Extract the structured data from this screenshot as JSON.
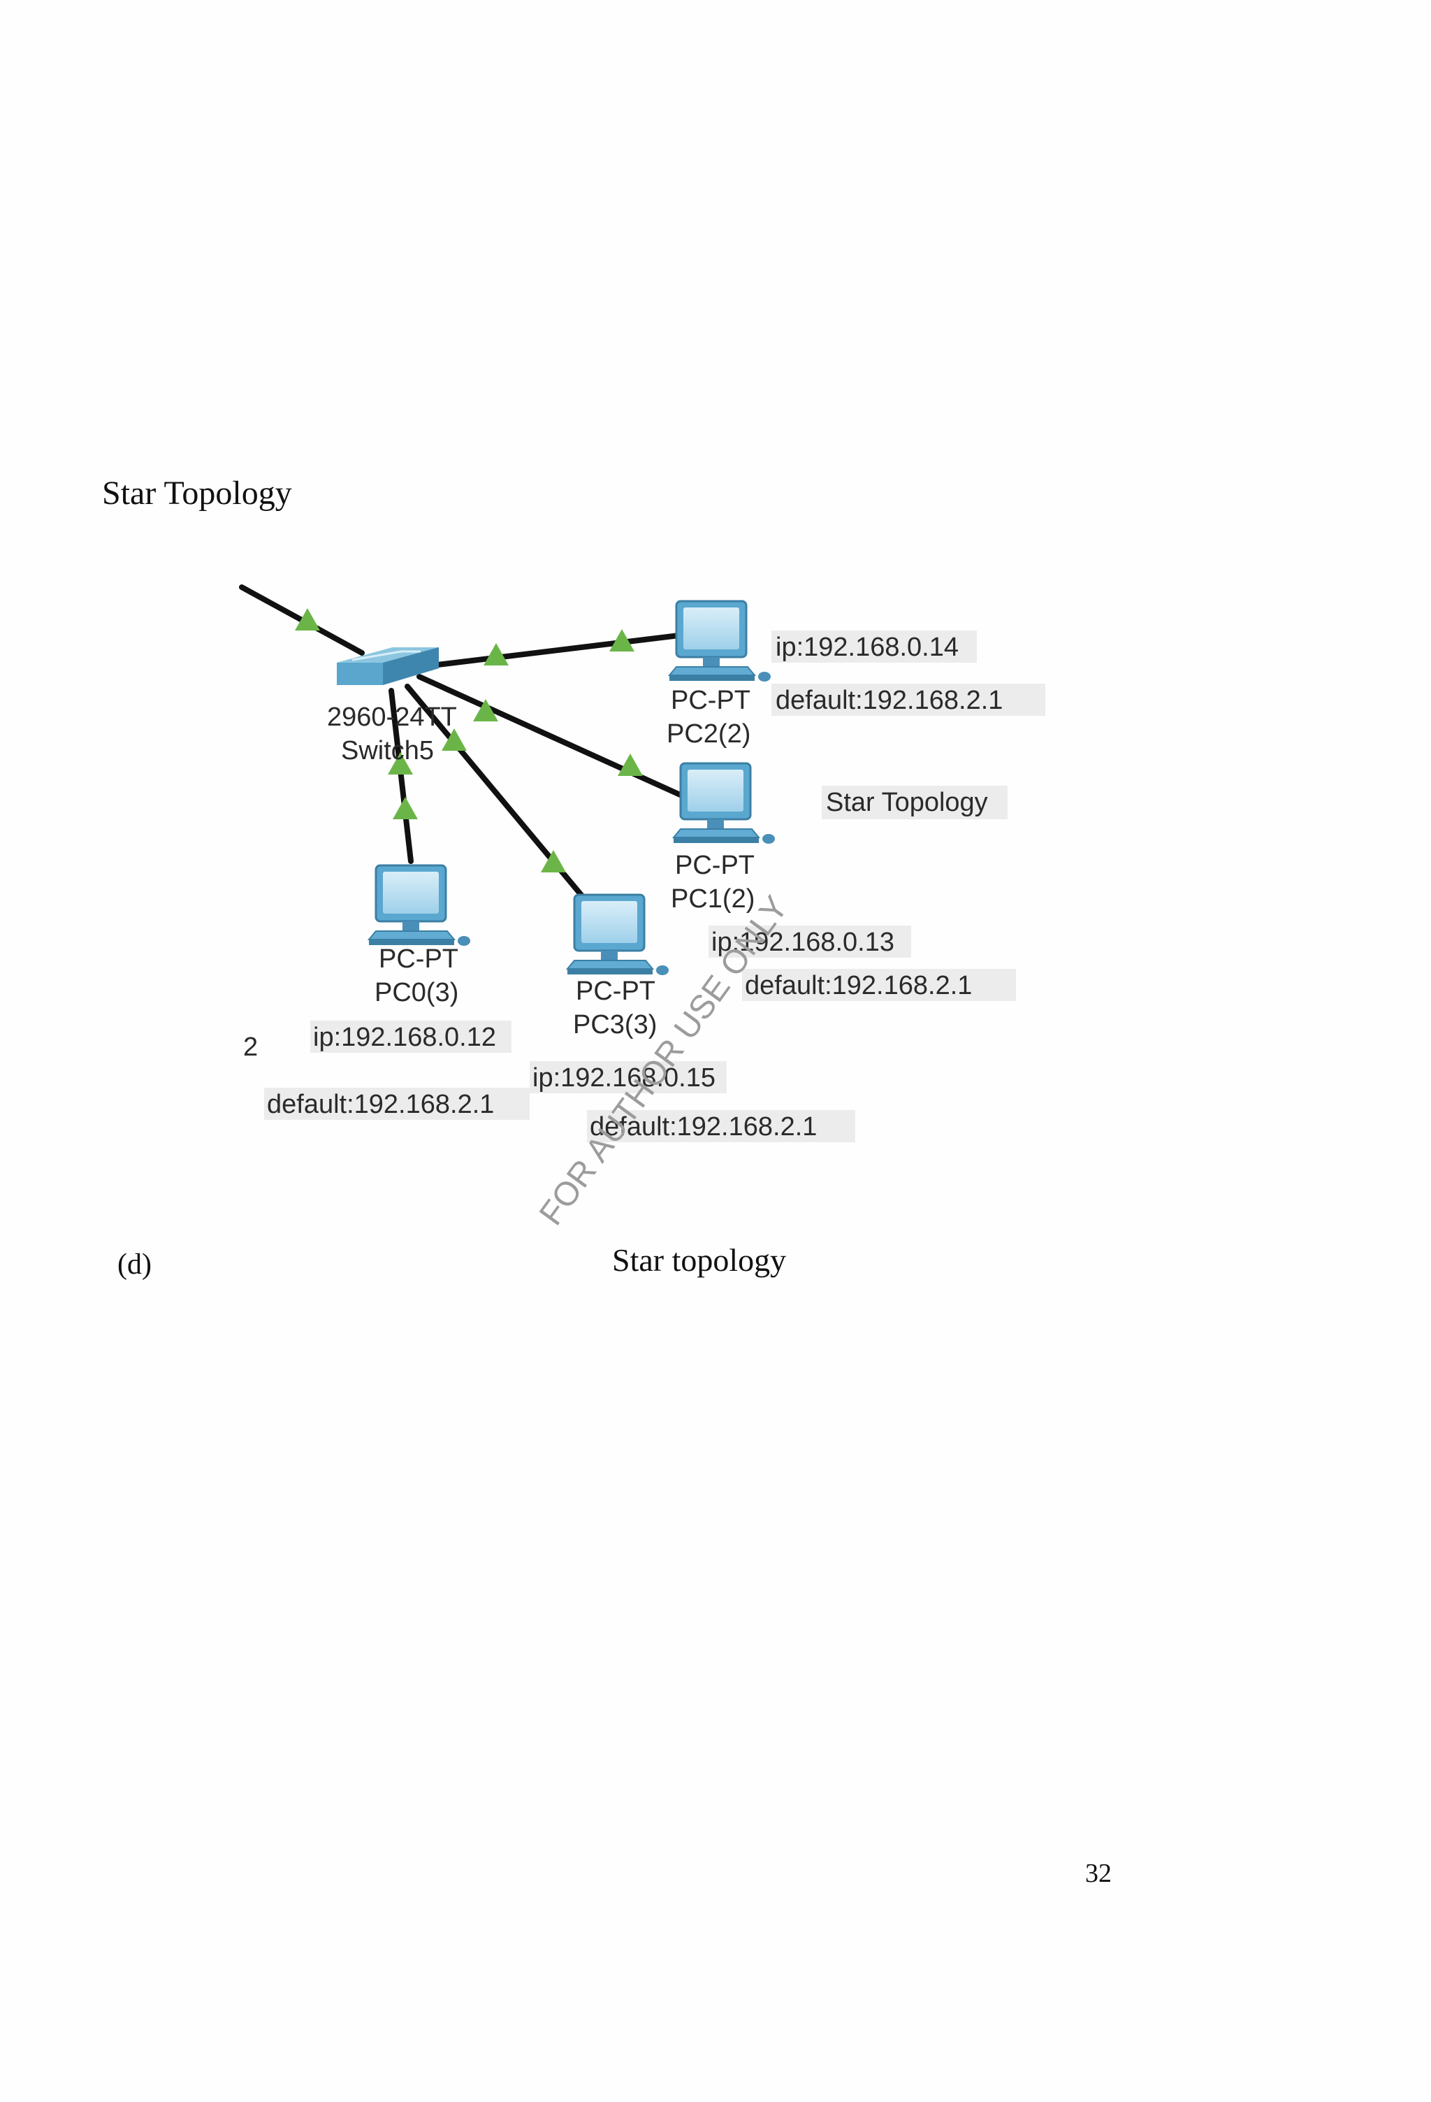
{
  "heading": "Star Topology",
  "figure": {
    "switch": {
      "model": "2960-24TT",
      "name": "Switch5"
    },
    "pcs": [
      {
        "type": "PC-PT",
        "name": "PC2(2)",
        "ip": "ip:192.168.0.14",
        "gateway": "default:192.168.2.1"
      },
      {
        "type": "PC-PT",
        "name": "PC1(2)",
        "ip": "ip:192.168.0.13",
        "gateway": "default:192.168.2.1"
      },
      {
        "type": "PC-PT",
        "name": "PC0(3)",
        "ip": "ip:192.168.0.12",
        "gateway": "default:192.168.2.1"
      },
      {
        "type": "PC-PT",
        "name": "PC3(3)",
        "ip": "ip:192.168.0.15",
        "gateway": "default:192.168.2.1"
      }
    ],
    "inner_label": "Star Topology",
    "edge_fragment": "2",
    "watermark": "FOR AUTHOR USE ONLY",
    "link_status_color": "#6bb548",
    "cable_color": "#111111",
    "device_color": "#4a96c0"
  },
  "caption": {
    "letter": "(d)",
    "text": "Star topology"
  },
  "page_number": "32"
}
